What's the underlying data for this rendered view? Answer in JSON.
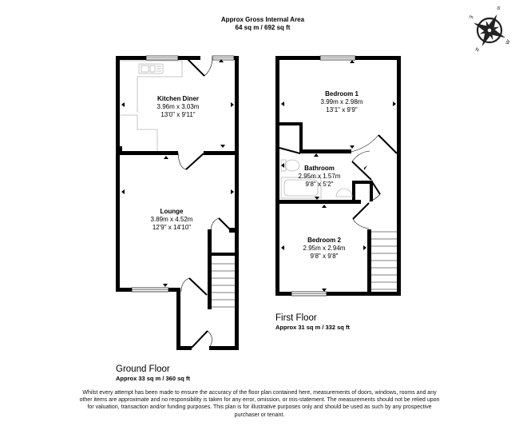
{
  "header": {
    "gross_area_title": "Approx Gross Internal Area",
    "gross_area_value": "64 sq m / 692 sq ft"
  },
  "compass": {
    "icon": "compass-rose-icon",
    "labels": [
      "S",
      "E",
      "W",
      "N"
    ]
  },
  "ground_floor": {
    "title": "Ground Floor",
    "area": "Approx 33 sq m / 360 sq ft",
    "rooms": [
      {
        "name": "Kitchen Diner",
        "metric": "3.96m x 3.03m",
        "imperial": "13'0\" x 9'11\""
      },
      {
        "name": "Lounge",
        "metric": "3.89m x 4.52m",
        "imperial": "12'9\" x 14'10\""
      }
    ]
  },
  "first_floor": {
    "title": "First Floor",
    "area": "Approx 31 sq m / 332 sq ft",
    "rooms": [
      {
        "name": "Bedroom 1",
        "metric": "3.99m x 2.98m",
        "imperial": "13'1\" x 9'9\""
      },
      {
        "name": "Bathroom",
        "metric": "2.95m x 1.57m",
        "imperial": "9'8\" x 5'2\""
      },
      {
        "name": "Bedroom 2",
        "metric": "2.95m x 2.94m",
        "imperial": "9'8\" x 9'8\""
      }
    ]
  },
  "disclaimer": "Whilst every attempt has been made to ensure the accuracy of the floor plan contained here, measurements of doors, windows, rooms and any other items are approximate and no responsibility is taken for any error, omission, or mis-statement. The measurements should not be relied upon for valuation, transaction and/or funding purposes. This plan is for illustrative purposes only and should be used as such by any prospective purchaser or tenant.",
  "colors": {
    "wall": "#000000",
    "fixture": "#b0b0b0",
    "background": "#ffffff"
  }
}
